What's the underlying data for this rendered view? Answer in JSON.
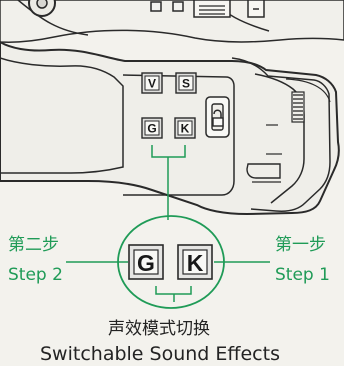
{
  "labels": {
    "step2_cn": "第二步",
    "step2_en": "Step 2",
    "step1_cn": "第一步",
    "step1_en": "Step 1",
    "title_cn": "声效模式切换",
    "title_en": "Switchable Sound Effects"
  },
  "keys": {
    "v": "V",
    "s": "S",
    "g": "G",
    "k": "K"
  },
  "icons": {
    "lock": "lock-icon"
  },
  "colors": {
    "accent": "#1f9b57",
    "ink": "#232323",
    "paper": "#f3f2ed",
    "device": "#efeee9"
  }
}
